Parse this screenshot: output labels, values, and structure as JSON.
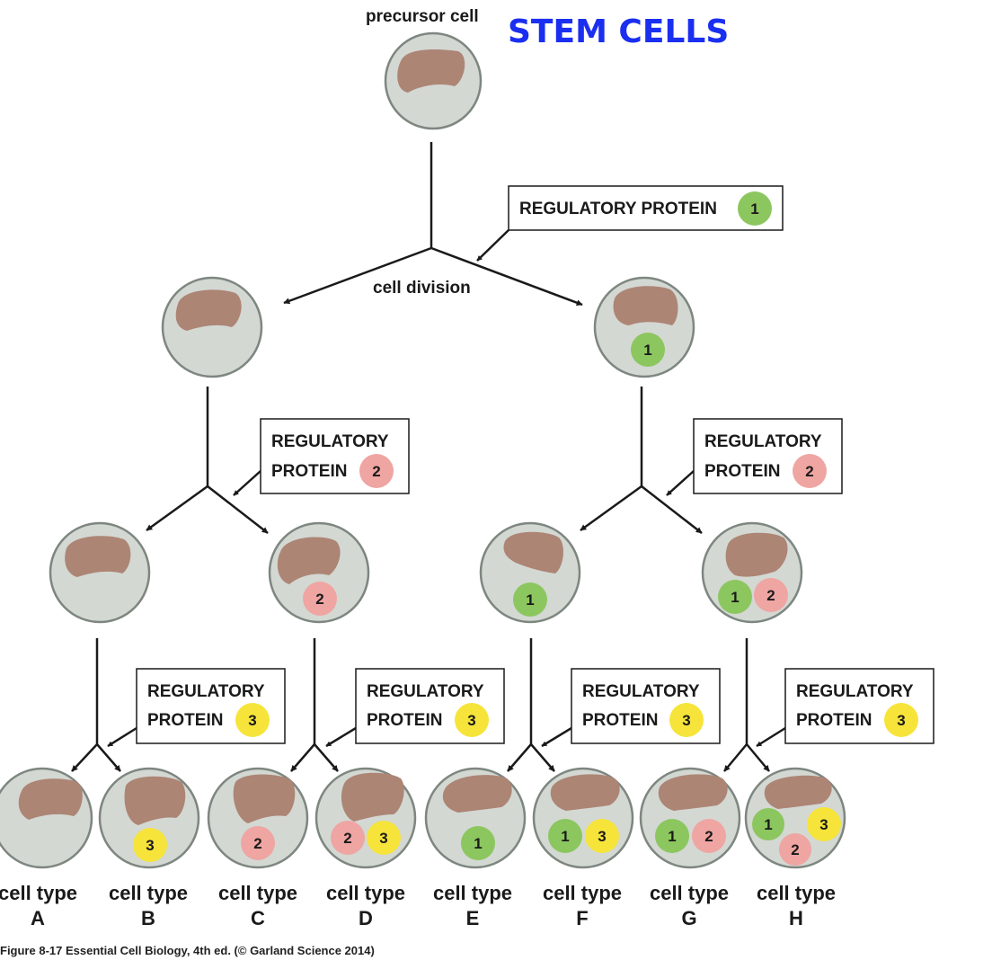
{
  "title": "STEM CELLS",
  "precursor_label": "precursor cell",
  "division_label": "cell division",
  "reg": {
    "p1": "REGULATORY PROTEIN",
    "line1": "REGULATORY",
    "line2": "PROTEIN",
    "n1": "1",
    "n2": "2",
    "n3": "3"
  },
  "cell_types": [
    {
      "word": "cell type",
      "letter": "A"
    },
    {
      "word": "cell type",
      "letter": "B"
    },
    {
      "word": "cell type",
      "letter": "C"
    },
    {
      "word": "cell type",
      "letter": "D"
    },
    {
      "word": "cell type",
      "letter": "E"
    },
    {
      "word": "cell type",
      "letter": "F"
    },
    {
      "word": "cell type",
      "letter": "G"
    },
    {
      "word": "cell type",
      "letter": "H"
    }
  ],
  "credit": "Figure 8-17  Essential Cell Biology, 4th ed. (© Garland Science 2014)",
  "colors": {
    "title": "#1a2ff0",
    "cell_fill": "#d3d8d3",
    "cell_stroke": "#7e8680",
    "nucleus": "#ad8575",
    "protein_1": "#8cc65f",
    "protein_2": "#efa5a2",
    "protein_3": "#f6e43b"
  }
}
